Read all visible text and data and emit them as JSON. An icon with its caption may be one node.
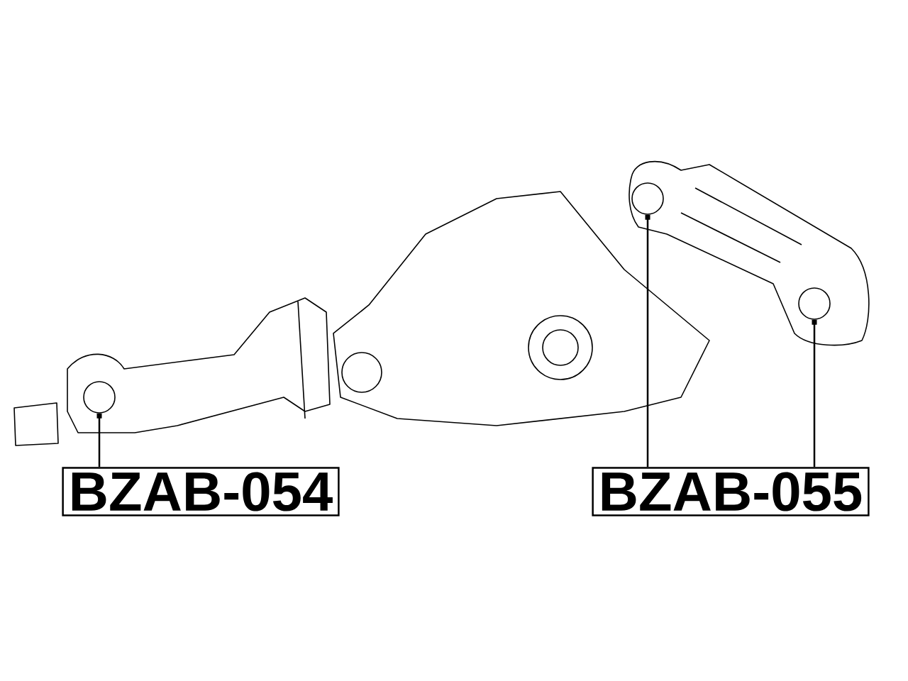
{
  "diagram": {
    "nodes": [
      {
        "text": [
          "BZAB-054"
        ]
      },
      {
        "text": [
          "BZAB-055"
        ]
      },
      {
        "text": [],
        "shape": "circle"
      },
      {
        "text": [],
        "shape": "circle"
      },
      {
        "text": [],
        "shape": "circle"
      }
    ],
    "edges": [
      {
        "from": 0,
        "to": 2,
        "arrow": "other"
      },
      {
        "from": 1,
        "to": 3,
        "arrow": "other"
      },
      {
        "from": 1,
        "to": 4,
        "arrow": "other"
      }
    ]
  }
}
